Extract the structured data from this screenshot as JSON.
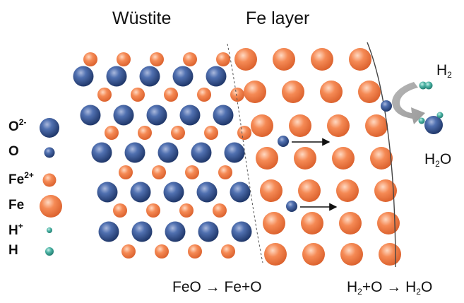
{
  "titles": {
    "wustite": "Wüstite",
    "fe_layer": "Fe layer"
  },
  "legend": [
    {
      "base": "O",
      "sup": "2-",
      "species": "O2- ion",
      "symbol": "large-dark-blue-sphere"
    },
    {
      "base": "O",
      "sup": "",
      "species": "O atom",
      "symbol": "small-blue-sphere"
    },
    {
      "base": "Fe",
      "sup": "2+",
      "species": "Fe2+ ion",
      "symbol": "small-orange-sphere"
    },
    {
      "base": "Fe",
      "sup": "",
      "species": "Fe atom",
      "symbol": "large-orange-sphere"
    },
    {
      "base": "H",
      "sup": "+",
      "species": "H+ ion",
      "symbol": "tiny-teal-sphere"
    },
    {
      "base": "H",
      "sup": "",
      "species": "H atom",
      "symbol": "small-teal-sphere"
    }
  ],
  "gas": {
    "h2": {
      "base": "H",
      "sub": "2"
    },
    "h2o": {
      "base": "H",
      "sub": "2",
      "tail": "O"
    }
  },
  "equations": {
    "left": "FeO → Fe+O",
    "right": {
      "a": "H",
      "a_sub": "2",
      "b": "+O → H",
      "b_sub": "2",
      "c": "O"
    }
  },
  "colors": {
    "oxygen_ion": "#2e4f8f",
    "iron": "#f07c44",
    "hydrogen": "#3aa89a",
    "boundary": "#555555"
  }
}
